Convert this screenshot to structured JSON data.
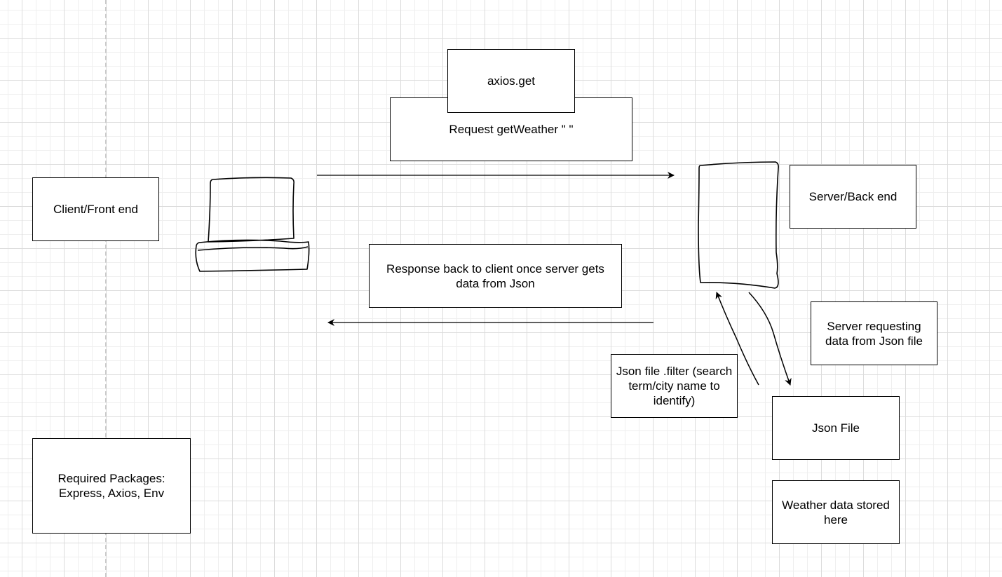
{
  "diagram": {
    "nodes": {
      "client": "Client/Front end",
      "request": "Request getWeather \" \"",
      "axios": "axios.get",
      "server": "Server/Back end",
      "response": "Response back to client once server gets data from Json",
      "server_request": "Server requesting data from Json file",
      "filter": "Json file .filter (search term/city name to identify)",
      "json_file": "Json File",
      "weather_data": "Weather data stored here",
      "packages": "Required Packages: Express, Axios, Env"
    },
    "icons": {
      "client_device": "laptop-icon",
      "server_device": "server-icon"
    },
    "edges": [
      {
        "from": "client",
        "to": "server",
        "label": "request"
      },
      {
        "from": "server",
        "to": "client",
        "label": "response"
      },
      {
        "from": "server",
        "to": "json_file",
        "label": "server_request"
      },
      {
        "from": "json_file",
        "to": "server",
        "label": "filter"
      }
    ]
  }
}
